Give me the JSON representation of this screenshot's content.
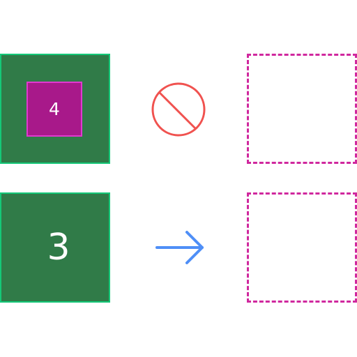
{
  "rows": [
    {
      "source_value": "4",
      "nested_value": "4",
      "relation_icon": "prohibited-icon",
      "target": "empty-dashed-slot"
    },
    {
      "source_value": "3",
      "relation_icon": "arrow-right-icon",
      "target": "empty-dashed-slot"
    }
  ],
  "colors": {
    "tile_fill": "#307b48",
    "tile_border": "#14c878",
    "nested_fill": "#a8198a",
    "nested_border": "#e238d0",
    "prohibited": "#f0524f",
    "arrow": "#4f8ff7",
    "slot_border": "#d0289e"
  }
}
